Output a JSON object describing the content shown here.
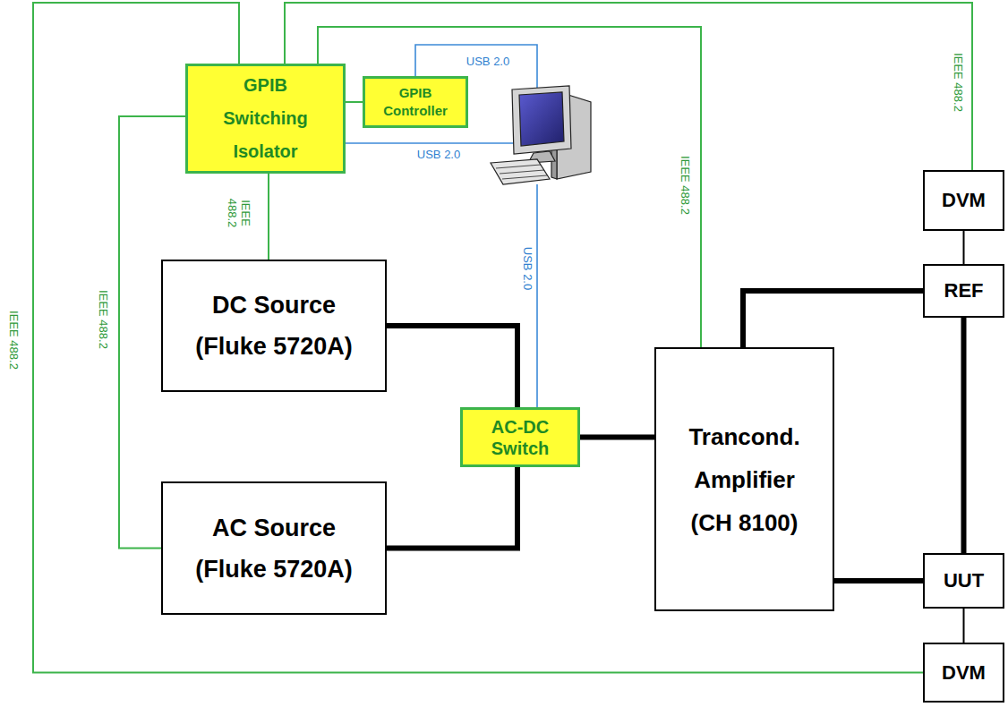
{
  "diagram": {
    "nodes": [
      {
        "text": [
          "GPIB Switching Isolator"
        ]
      },
      {
        "text": [
          "GPIB Controller"
        ]
      },
      {
        "text": [
          "DVM"
        ]
      },
      {
        "text": [
          "REF"
        ]
      },
      {
        "text": [
          "DC Source (Fluke 5720A)"
        ]
      },
      {
        "text": [
          "AC-DC Switch"
        ]
      },
      {
        "text": [
          "Trancond. Amplifier (CH 8100)"
        ]
      },
      {
        "text": [
          "AC Source (Fluke 5720A)"
        ]
      },
      {
        "text": [
          "UUT"
        ]
      },
      {
        "text": [
          "DVM"
        ]
      }
    ],
    "edges": [
      {
        "from": 0,
        "to": 1,
        "arrow": "none"
      },
      {
        "from": 0,
        "to": 9,
        "label": "IEEE 488.2",
        "arrow": "none"
      },
      {
        "from": 0,
        "to": 2,
        "label": "IEEE 488.2",
        "arrow": "none"
      },
      {
        "from": 0,
        "to": 6,
        "label": "IEEE 488.2",
        "arrow": "none"
      },
      {
        "from": 0,
        "to": 4,
        "label": "IEEE 488.2",
        "arrow": "none"
      },
      {
        "from": 0,
        "to": 7,
        "label": "IEEE 488.2",
        "arrow": "none"
      },
      {
        "from": 4,
        "to": 5,
        "arrow": "none"
      },
      {
        "from": 7,
        "to": 5,
        "arrow": "none"
      },
      {
        "from": 5,
        "to": 6,
        "arrow": "none"
      },
      {
        "from": 6,
        "to": 3,
        "arrow": "none"
      },
      {
        "from": 6,
        "to": 8,
        "arrow": "none"
      },
      {
        "from": 3,
        "to": 8,
        "arrow": "none"
      },
      {
        "from": 2,
        "to": 3,
        "arrow": "none"
      },
      {
        "from": 8,
        "to": 9,
        "arrow": "none"
      }
    ],
    "labels": [
      "USB 2.0",
      "USB 2.0",
      "USB 2.0"
    ]
  }
}
